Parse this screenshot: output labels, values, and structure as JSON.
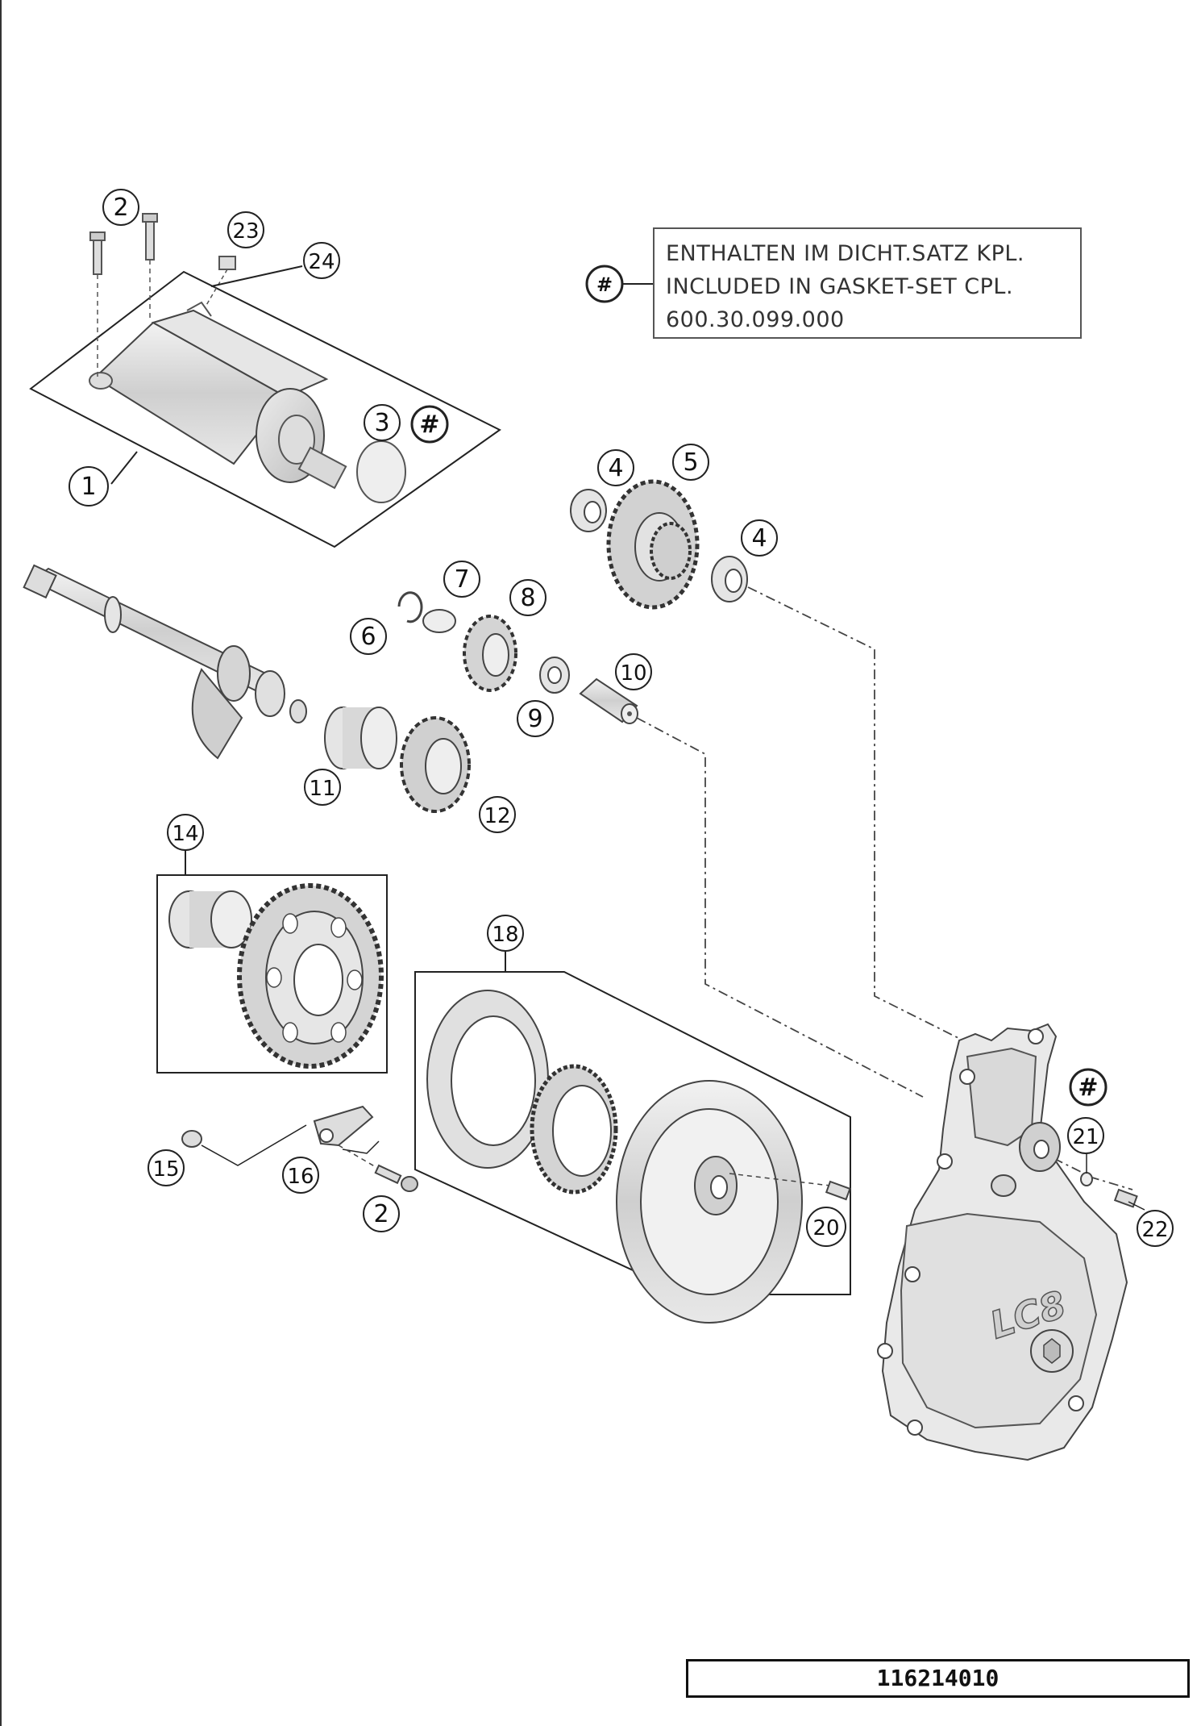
{
  "note": {
    "symbol": "#",
    "lines": [
      "ENTHALTEN IM DICHT.SATZ KPL.",
      "INCLUDED IN GASKET-SET CPL.",
      "600.30.099.000"
    ]
  },
  "callouts": [
    {
      "id": "c1",
      "label": "1"
    },
    {
      "id": "c2a",
      "label": "2"
    },
    {
      "id": "c2b",
      "label": "2"
    },
    {
      "id": "c3",
      "label": "3"
    },
    {
      "id": "c3h",
      "label": "#"
    },
    {
      "id": "c4a",
      "label": "4"
    },
    {
      "id": "c4b",
      "label": "4"
    },
    {
      "id": "c5",
      "label": "5"
    },
    {
      "id": "c6",
      "label": "6"
    },
    {
      "id": "c7",
      "label": "7"
    },
    {
      "id": "c8",
      "label": "8"
    },
    {
      "id": "c9",
      "label": "9"
    },
    {
      "id": "c10",
      "label": "10"
    },
    {
      "id": "c11",
      "label": "11"
    },
    {
      "id": "c12",
      "label": "12"
    },
    {
      "id": "c14",
      "label": "14"
    },
    {
      "id": "c15",
      "label": "15"
    },
    {
      "id": "c16",
      "label": "16"
    },
    {
      "id": "c18",
      "label": "18"
    },
    {
      "id": "c20",
      "label": "20"
    },
    {
      "id": "c21",
      "label": "21"
    },
    {
      "id": "c21h",
      "label": "#"
    },
    {
      "id": "c22",
      "label": "22"
    },
    {
      "id": "c23",
      "label": "23"
    },
    {
      "id": "c24",
      "label": "24"
    }
  ],
  "cover_logo": "LC8",
  "footer": {
    "code": "116214010"
  }
}
